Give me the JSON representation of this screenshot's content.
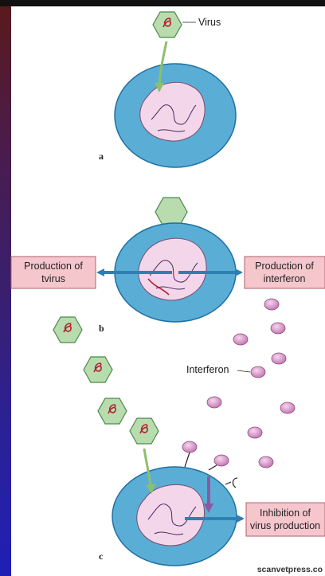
{
  "labels": {
    "virus": "Virus",
    "interferon": "Interferon",
    "panel_a": "a",
    "panel_b": "b",
    "panel_c": "c"
  },
  "boxes": {
    "production_virus": [
      "Production of",
      "tvirus"
    ],
    "production_interferon": [
      "Production of",
      "interferon"
    ],
    "inhibition": [
      "Inhibition of",
      "virus production"
    ]
  },
  "credit": "scanvetpress.co",
  "colors": {
    "cell_outer": "#5aaed6",
    "cell_stroke": "#1e6fa3",
    "nucleus": "#f3d6ea",
    "virus_hex": "#b8dcae",
    "virus_stroke": "#4a8a4a",
    "virus_rna": "#b02030",
    "interferon": "#d98fc6",
    "box_fill": "#f6c6cd",
    "arrow_blue": "#2f7fb3",
    "arrow_green": "#a8d884",
    "arrow_purple": "#9a6ab0"
  }
}
